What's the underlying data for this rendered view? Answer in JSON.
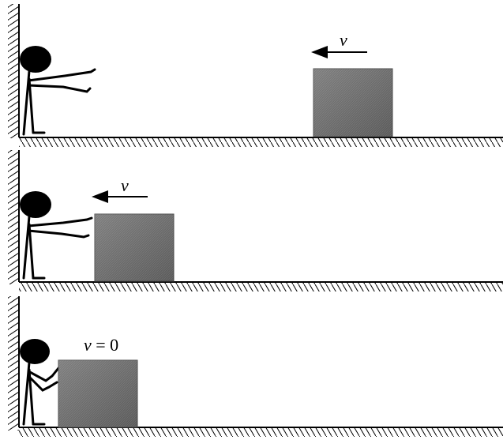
{
  "panels": [
    {
      "velocity_label": "v",
      "velocity_value": ""
    },
    {
      "velocity_label": "v",
      "velocity_value": ""
    },
    {
      "velocity_label": "v",
      "velocity_value": " = 0"
    }
  ],
  "colors": {
    "box": "#6b6b6b",
    "box_edge": "#4a4a4a",
    "ink": "#000000",
    "background": "#ffffff"
  }
}
